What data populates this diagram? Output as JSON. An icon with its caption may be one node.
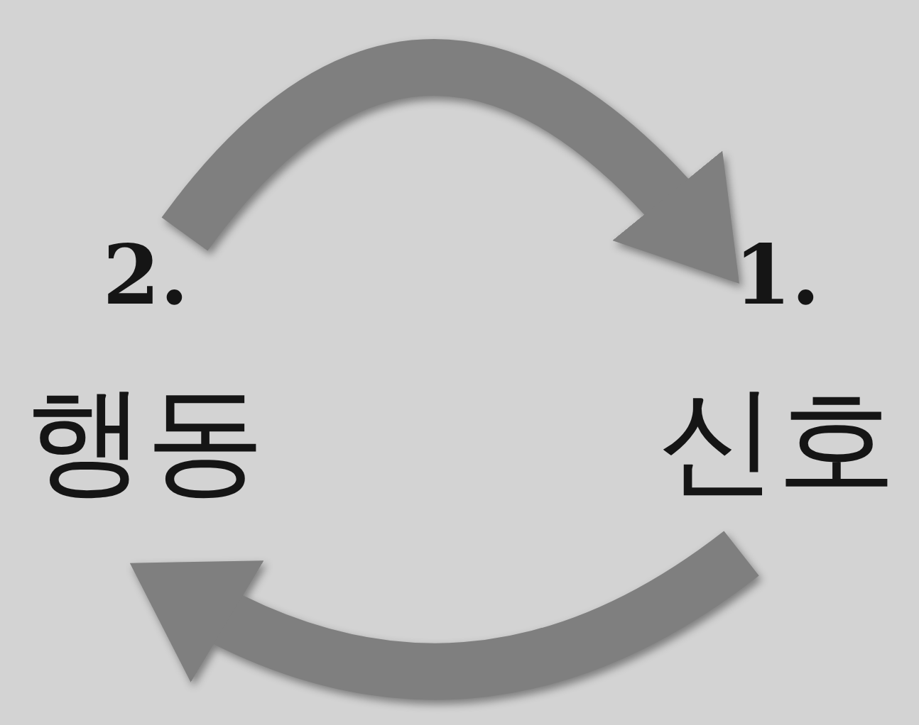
{
  "diagram": {
    "nodes": [
      {
        "text": [
          "2.",
          "행동"
        ]
      },
      {
        "text": [
          "1.",
          "신호"
        ]
      }
    ],
    "edges": [
      {
        "from": 0,
        "to": 1,
        "arrow": "to"
      },
      {
        "from": 1,
        "to": 0,
        "arrow": "to"
      }
    ]
  }
}
